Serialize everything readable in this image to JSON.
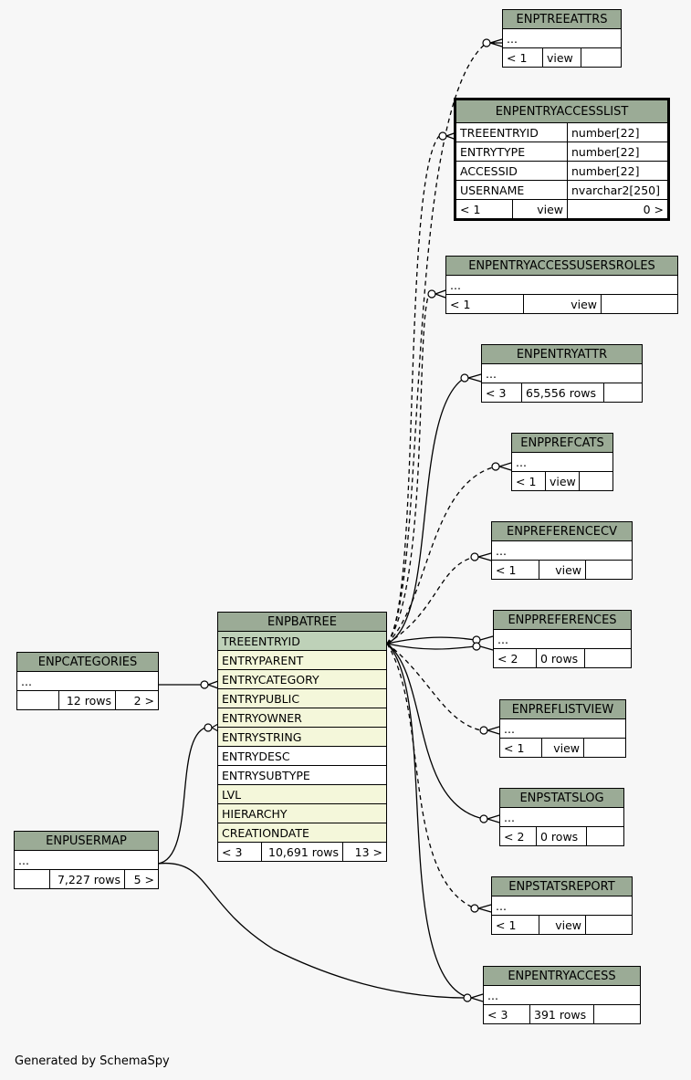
{
  "tables": {
    "enptreeattrs": {
      "name": "ENPTREEATTRS",
      "cols": [
        "..."
      ],
      "stats": [
        "< 1",
        "view",
        ""
      ]
    },
    "enpentryaccesslist": {
      "name": "ENPENTRYACCESSLIST",
      "cols": [
        [
          "TREEENTRYID",
          "number[22]"
        ],
        [
          "ENTRYTYPE",
          "number[22]"
        ],
        [
          "ACCESSID",
          "number[22]"
        ],
        [
          "USERNAME",
          "nvarchar2[250]"
        ]
      ],
      "stats": [
        "< 1",
        "view",
        "0 >"
      ]
    },
    "enpentryaccessusersroles": {
      "name": "ENPENTRYACCESSUSERSROLES",
      "cols": [
        "..."
      ],
      "stats": [
        "< 1",
        "view",
        ""
      ]
    },
    "enpentryattr": {
      "name": "ENPENTRYATTR",
      "cols": [
        "..."
      ],
      "stats": [
        "< 3",
        "65,556 rows",
        ""
      ]
    },
    "enpprefcats": {
      "name": "ENPPREFCATS",
      "cols": [
        "..."
      ],
      "stats": [
        "< 1",
        "view",
        ""
      ]
    },
    "enpreferencecv": {
      "name": "ENPREFERENCECV",
      "cols": [
        "..."
      ],
      "stats": [
        "< 1",
        "view",
        ""
      ]
    },
    "enppreferences": {
      "name": "ENPPREFERENCES",
      "cols": [
        "..."
      ],
      "stats": [
        "< 2",
        "0 rows",
        ""
      ]
    },
    "enpreflistview": {
      "name": "ENPREFLISTVIEW",
      "cols": [
        "..."
      ],
      "stats": [
        "< 1",
        "view",
        ""
      ]
    },
    "enpstatslog": {
      "name": "ENPSTATSLOG",
      "cols": [
        "..."
      ],
      "stats": [
        "< 2",
        "0 rows",
        ""
      ]
    },
    "enpstatsreport": {
      "name": "ENPSTATSREPORT",
      "cols": [
        "..."
      ],
      "stats": [
        "< 1",
        "view",
        ""
      ]
    },
    "enpentryaccess": {
      "name": "ENPENTRYACCESS",
      "cols": [
        "..."
      ],
      "stats": [
        "< 3",
        "391 rows",
        ""
      ]
    },
    "enpcategories": {
      "name": "ENPCATEGORIES",
      "cols": [
        "..."
      ],
      "stats": [
        "",
        "12 rows",
        "2 >"
      ]
    },
    "enpusermap": {
      "name": "ENPUSERMAP",
      "cols": [
        "..."
      ],
      "stats": [
        "",
        "7,227 rows",
        "5 >"
      ]
    },
    "enpbatree": {
      "name": "ENPBATREE",
      "cols": [
        "TREEENTRYID",
        "ENTRYPARENT",
        "ENTRYCATEGORY",
        "ENTRYPUBLIC",
        "ENTRYOWNER",
        "ENTRYSTRING",
        "ENTRYDESC",
        "ENTRYSUBTYPE",
        "LVL",
        "HIERARCHY",
        "CREATIONDATE"
      ],
      "stats": [
        "< 3",
        "10,691 rows",
        "13 >"
      ]
    }
  },
  "footer": "Generated by SchemaSpy"
}
